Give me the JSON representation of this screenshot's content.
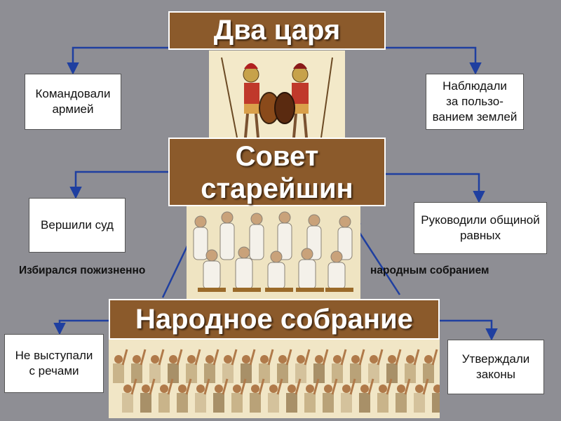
{
  "kings": {
    "title": "Два царя",
    "left_note": "Командовали армией",
    "right_note_lines": [
      "Наблюдали",
      "за пользо-",
      "ванием землей"
    ]
  },
  "council": {
    "title_lines": [
      "Совет",
      "старейшин"
    ],
    "left_note": "Вершили суд",
    "right_note": "Руководили общиной равных",
    "left_label": "Избирался пожизненно",
    "right_label": "народным собранием"
  },
  "assembly": {
    "title": "Народное собрание",
    "left_note_lines": [
      "Не выступали",
      "с речами"
    ],
    "right_note": "Утверждали законы"
  },
  "colors": {
    "title_bg": "#8b5a2b",
    "background": "#8e8e94",
    "arrow": "#1f3fa0",
    "note_bg": "#ffffff"
  },
  "images": {
    "kings": "two-spartan-warriors",
    "council": "council-of-elders",
    "assembly": "people-assembly-crowd"
  }
}
